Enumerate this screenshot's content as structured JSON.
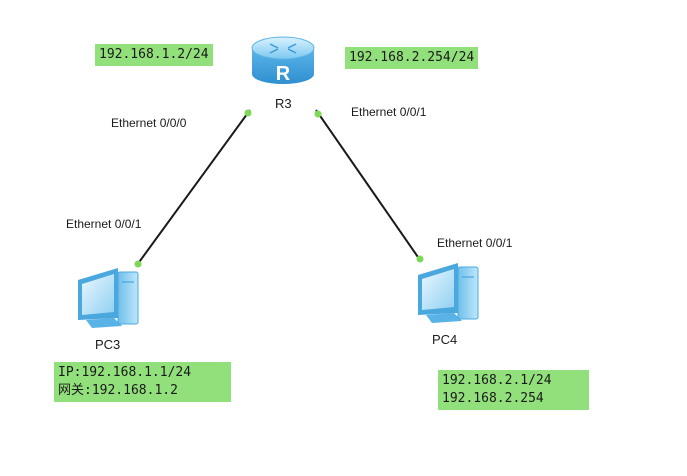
{
  "devices": {
    "router": {
      "name": "R3",
      "icon_letter": "R",
      "icon": "router-icon"
    },
    "pc_left": {
      "name": "PC3",
      "icon": "pc-icon"
    },
    "pc_right": {
      "name": "PC4",
      "icon": "pc-icon"
    }
  },
  "interfaces": {
    "r3_left": "Ethernet 0/0/0",
    "r3_right": "Ethernet 0/0/1",
    "pc3": "Ethernet 0/0/1",
    "pc4": "Ethernet 0/0/1"
  },
  "notes": {
    "r3_left_ip": "192.168.1.2/24",
    "r3_right_ip": "192.168.2.254/24",
    "pc3_ip": "IP:192.168.1.1/24",
    "pc3_gateway": "网关:192.168.1.2",
    "pc4_ip": "192.168.2.1/24",
    "pc4_gateway": "192.168.2.254"
  },
  "colors": {
    "note_bg": "#92e07b",
    "port_dot": "#7ed957",
    "link": "#1a1a1a"
  }
}
